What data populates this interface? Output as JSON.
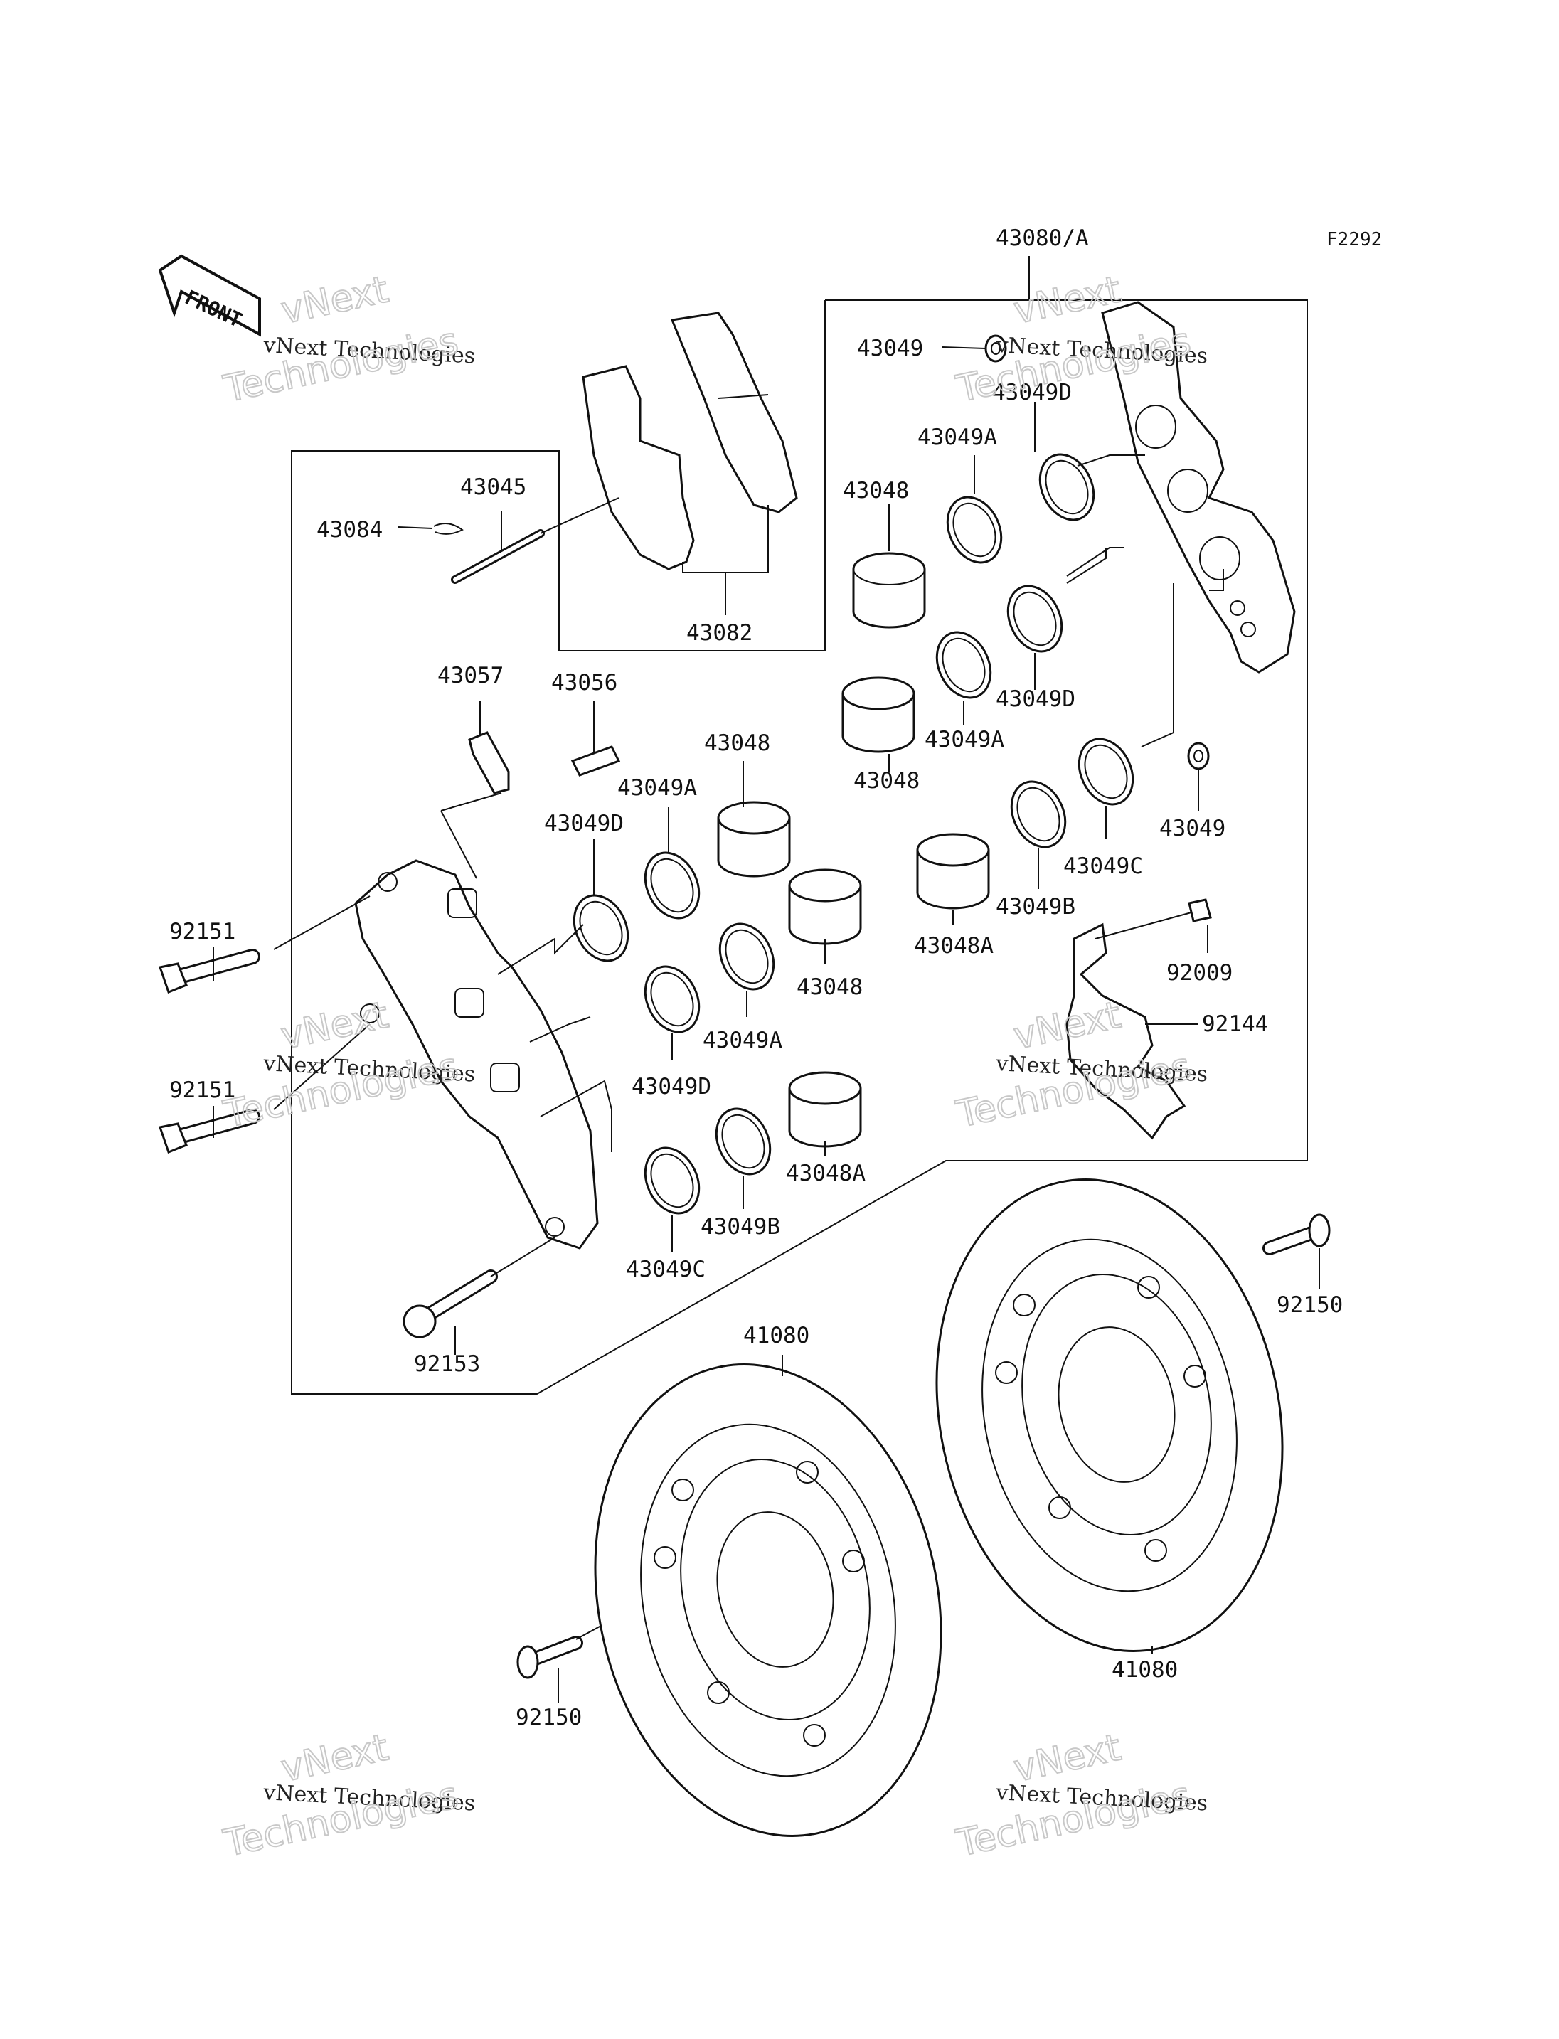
{
  "figure_code": "F2292",
  "front_arrow_text": "FRONT",
  "watermark": {
    "line_main": "vNext Technologies",
    "line_top": "vNext",
    "line_bottom": "Technologies"
  },
  "callouts": [
    {
      "id": "c1",
      "text": "43080/A"
    },
    {
      "id": "c2",
      "text": "43049"
    },
    {
      "id": "c3",
      "text": "43049D"
    },
    {
      "id": "c4",
      "text": "43049A"
    },
    {
      "id": "c5",
      "text": "43048"
    },
    {
      "id": "c6",
      "text": "43045"
    },
    {
      "id": "c7",
      "text": "43084"
    },
    {
      "id": "c8",
      "text": "43082"
    },
    {
      "id": "c9",
      "text": "43049D"
    },
    {
      "id": "c10",
      "text": "43049A"
    },
    {
      "id": "c11",
      "text": "43048"
    },
    {
      "id": "c12",
      "text": "43057"
    },
    {
      "id": "c13",
      "text": "43056"
    },
    {
      "id": "c14",
      "text": "43048"
    },
    {
      "id": "c15",
      "text": "43049A"
    },
    {
      "id": "c16",
      "text": "43049D"
    },
    {
      "id": "c17",
      "text": "43049"
    },
    {
      "id": "c18",
      "text": "43049C"
    },
    {
      "id": "c19",
      "text": "43049B"
    },
    {
      "id": "c20",
      "text": "43048A"
    },
    {
      "id": "c21",
      "text": "92009"
    },
    {
      "id": "c22",
      "text": "92151"
    },
    {
      "id": "c23",
      "text": "92151"
    },
    {
      "id": "c24",
      "text": "43048"
    },
    {
      "id": "c25",
      "text": "43049A"
    },
    {
      "id": "c26",
      "text": "43049D"
    },
    {
      "id": "c27",
      "text": "92144"
    },
    {
      "id": "c28",
      "text": "43048A"
    },
    {
      "id": "c29",
      "text": "43049B"
    },
    {
      "id": "c30",
      "text": "43049C"
    },
    {
      "id": "c31",
      "text": "92150"
    },
    {
      "id": "c32",
      "text": "92153"
    },
    {
      "id": "c33",
      "text": "41080"
    },
    {
      "id": "c34",
      "text": "41080"
    },
    {
      "id": "c35",
      "text": "92150"
    }
  ]
}
